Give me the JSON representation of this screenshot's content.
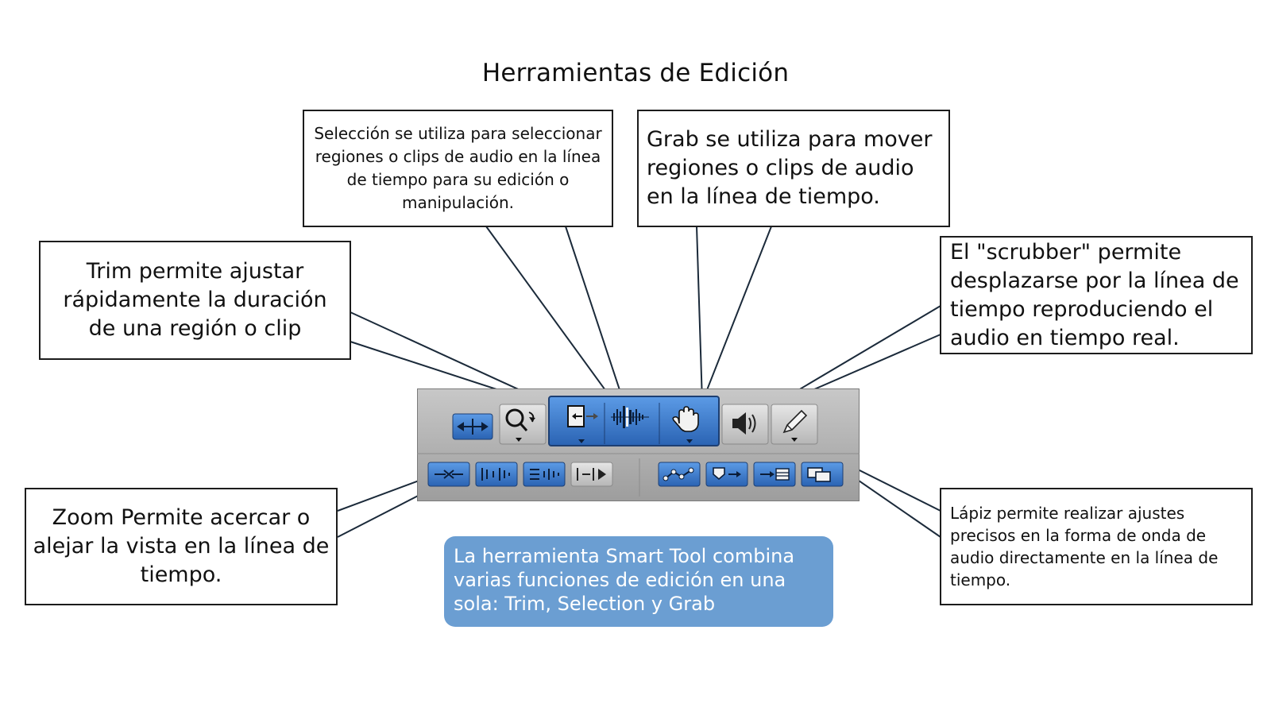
{
  "title": "Herramientas de Edición",
  "callouts": {
    "seleccion": "Selección se utiliza para seleccionar regiones o clips de audio en la línea de tiempo para su edición o manipulación.",
    "grab": "Grab se utiliza para mover regiones o clips de audio en la línea de tiempo.",
    "trim": "Trim permite ajustar rápidamente la duración de una región o clip",
    "scrubber": "El \"scrubber\" permite desplazarse por la línea de tiempo reproduciendo el audio en tiempo real.",
    "zoom": "Zoom Permite acercar o alejar la vista en la línea de tiempo.",
    "lapiz": "Lápiz permite realizar ajustes precisos en la forma de onda de audio directamente en la línea de tiempo."
  },
  "smart_tool_note": "La herramienta Smart Tool combina varias funciones de edición en una sola: Trim, Selection y Grab",
  "colors": {
    "smart_note_bg": "#6b9ed2",
    "toolbar_frame": "#a9a9a9",
    "tool_button_blue": "#2f6fc2",
    "smart_group_blue": "#3a7bd5",
    "leader_line": "#1b2a3a"
  },
  "toolbar": {
    "top_row": [
      {
        "name": "zoom-mode-button",
        "icon": "horizontal-vertical-arrows-icon"
      },
      {
        "name": "zoom-tool-button",
        "icon": "magnifier-icon"
      },
      {
        "name": "trim-tool-button",
        "icon": "trim-bracket-icon"
      },
      {
        "name": "selector-tool-button",
        "icon": "waveform-icon"
      },
      {
        "name": "grabber-tool-button",
        "icon": "hand-icon"
      },
      {
        "name": "scrubber-tool-button",
        "icon": "speaker-icon"
      },
      {
        "name": "pencil-tool-button",
        "icon": "pencil-icon"
      }
    ],
    "bottom_row_left": [
      "shuffle-mode-icon",
      "slip-mode-icon",
      "spot-mode-icon",
      "grid-mode-icon"
    ],
    "bottom_row_right": [
      "link-timeline-selection-icon",
      "tab-to-transient-icon",
      "insertion-follows-playback-icon",
      "mirror-midi-editing-icon"
    ]
  }
}
